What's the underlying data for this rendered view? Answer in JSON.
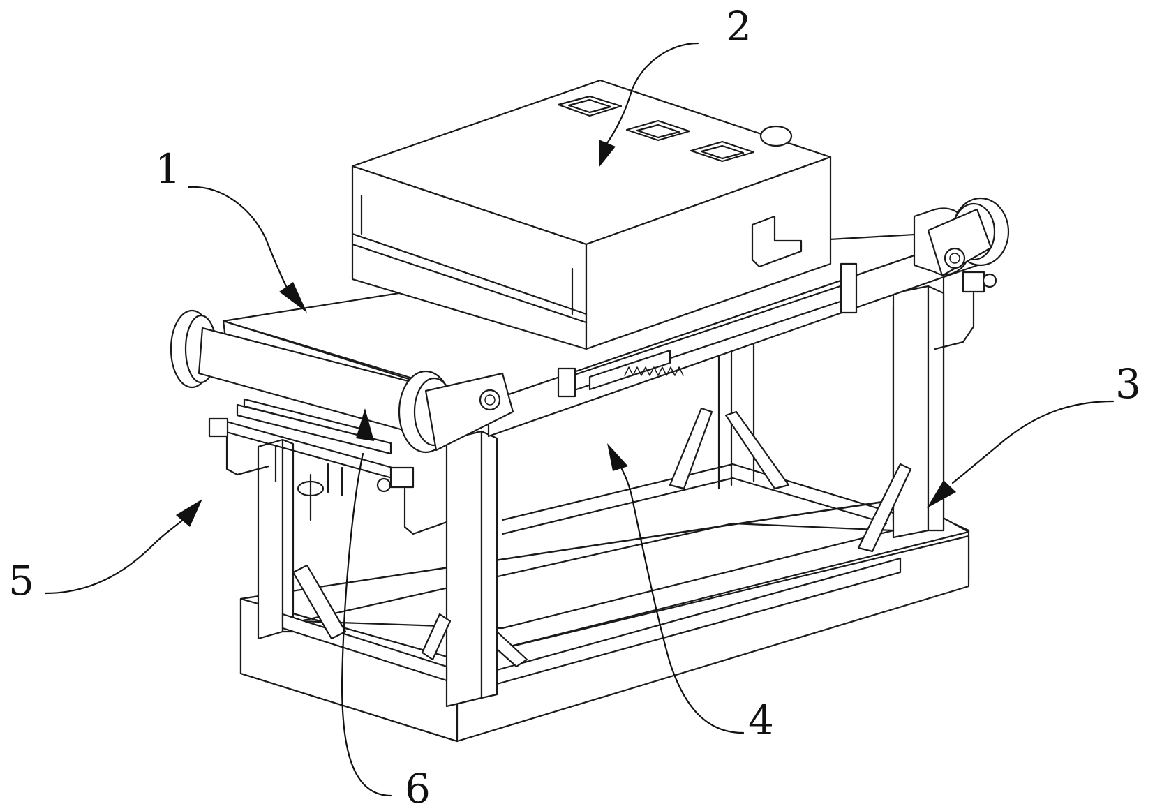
{
  "labels": [
    {
      "id": "1",
      "text": "1"
    },
    {
      "id": "2",
      "text": "2"
    },
    {
      "id": "3",
      "text": "3"
    },
    {
      "id": "4",
      "text": "4"
    },
    {
      "id": "5",
      "text": "5"
    },
    {
      "id": "6",
      "text": "6"
    }
  ],
  "colors": {
    "line": "#1a1a1a",
    "background": "#ffffff"
  }
}
